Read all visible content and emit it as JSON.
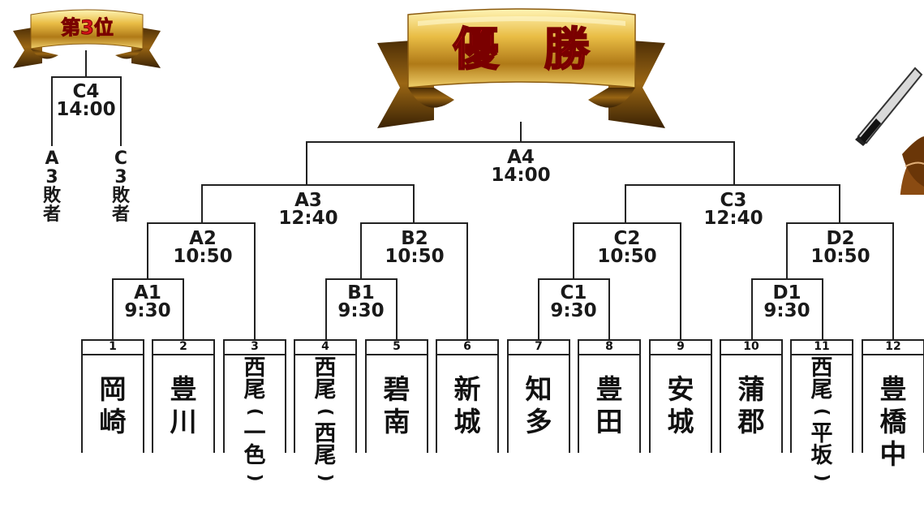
{
  "third_place": {
    "title": "第3位",
    "match_id": "C4",
    "time": "14:00",
    "left_label": "A3敗者",
    "right_label": "C3敗者"
  },
  "champion": {
    "title": "優　勝"
  },
  "matches": {
    "A4": {
      "id": "A4",
      "time": "14:00"
    },
    "A3": {
      "id": "A3",
      "time": "12:40"
    },
    "C3": {
      "id": "C3",
      "time": "12:40"
    },
    "A2": {
      "id": "A2",
      "time": "10:50"
    },
    "B2": {
      "id": "B2",
      "time": "10:50"
    },
    "C2": {
      "id": "C2",
      "time": "10:50"
    },
    "D2": {
      "id": "D2",
      "time": "10:50"
    },
    "A1": {
      "id": "A1",
      "time": "9:30"
    },
    "B1": {
      "id": "B1",
      "time": "9:30"
    },
    "C1": {
      "id": "C1",
      "time": "9:30"
    },
    "D1": {
      "id": "D1",
      "time": "9:30"
    }
  },
  "teams": [
    {
      "num": "1",
      "name": "岡崎"
    },
    {
      "num": "2",
      "name": "豊川"
    },
    {
      "num": "3",
      "name": "西尾(一色)"
    },
    {
      "num": "4",
      "name": "西尾(西尾)"
    },
    {
      "num": "5",
      "name": "碧南"
    },
    {
      "num": "6",
      "name": "新城"
    },
    {
      "num": "7",
      "name": "知多"
    },
    {
      "num": "8",
      "name": "豊田"
    },
    {
      "num": "9",
      "name": "安城"
    },
    {
      "num": "10",
      "name": "蒲郡"
    },
    {
      "num": "11",
      "name": "西尾(平坂)"
    },
    {
      "num": "12",
      "name": "豊橋中"
    }
  ],
  "colors": {
    "gold_light": "#fff1a8",
    "gold": "#e0b43a",
    "gold_dark": "#7a4f0b",
    "title_red": "#d8141b",
    "line": "#222222",
    "glove": "#8a4b12"
  },
  "icons": {
    "decoration": "baseball-bat-and-glove-icon"
  }
}
